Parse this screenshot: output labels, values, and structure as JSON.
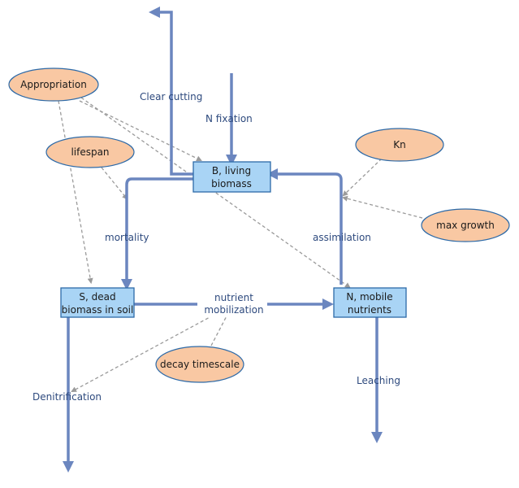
{
  "colors": {
    "flow": "#6b86bf",
    "stock_fill": "#a9d4f5",
    "stock_border": "#2d6aa8",
    "variable_fill": "#f9c8a3",
    "variable_border": "#2d6aa8",
    "info_arrow": "#9a9a9a",
    "label": "#2e4a7e"
  },
  "stocks": {
    "living_biomass": {
      "line1": "B, living",
      "line2": "biomass"
    },
    "dead_biomass": {
      "line1": "S, dead",
      "line2": "biomass in soil"
    },
    "mobile_nutrients": {
      "line1": "N, mobile",
      "line2": "nutrients"
    }
  },
  "flows": {
    "clear_cutting": "Clear cutting",
    "n_fixation": "N fixation",
    "mortality": "mortality",
    "assimilation": "assimilation",
    "nutrient_mobilization_line1": "nutrient",
    "nutrient_mobilization_line2": "mobilization",
    "denitrification": "Denitrification",
    "leaching": "Leaching"
  },
  "variables": {
    "appropriation": "Appropriation",
    "lifespan": "lifespan",
    "kn": "Kn",
    "max_growth": "max growth",
    "decay_timescale": "decay timescale"
  }
}
